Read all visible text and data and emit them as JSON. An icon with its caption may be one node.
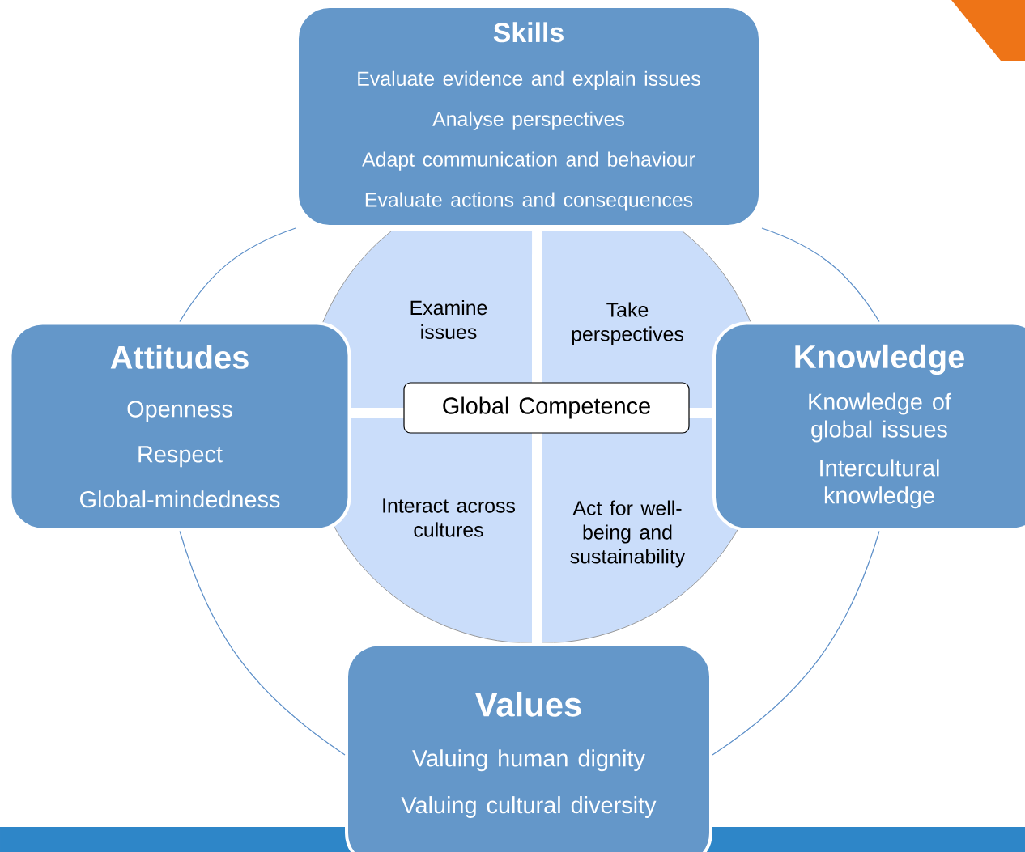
{
  "diagram": {
    "nodes": [
      {
        "text": [
          "Skills",
          "Evaluate evidence and explain issues",
          "Analyse perspectives",
          "Adapt communication and behaviour",
          "Evaluate actions and consequences"
        ]
      },
      {
        "text": [
          "Attitudes",
          "Openness",
          "Respect",
          "Global-mindedness"
        ]
      },
      {
        "text": [
          "Examine issues"
        ]
      },
      {
        "text": [
          "Take perspectives"
        ]
      },
      {
        "text": [
          "Knowledge",
          "Knowledge of global issues",
          "Intercultural knowledge"
        ]
      },
      {
        "text": [
          "Global Competence"
        ]
      },
      {
        "text": [
          "Interact across cultures"
        ]
      },
      {
        "text": [
          "Act for well-being and sustainability"
        ]
      },
      {
        "text": [
          "Values",
          "Valuing human dignity",
          "Valuing cultural diversity"
        ]
      }
    ],
    "edges": [
      {
        "from": 0,
        "to": 4,
        "arrow": "none"
      },
      {
        "from": 4,
        "to": 8,
        "arrow": "none"
      },
      {
        "from": 8,
        "to": 1,
        "arrow": "none"
      },
      {
        "from": 1,
        "to": 0,
        "arrow": "none"
      }
    ]
  }
}
